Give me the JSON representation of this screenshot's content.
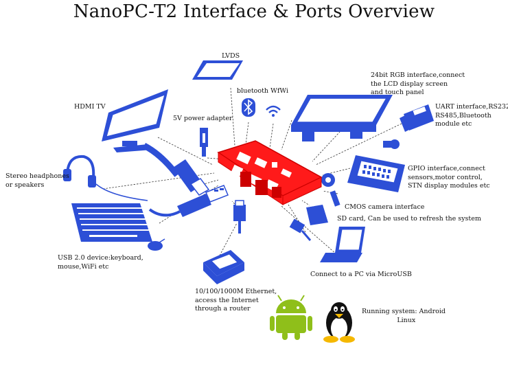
{
  "title": "NanoPC-T2 Interface & Ports Overview",
  "colors": {
    "peripheral": "#2d4fd6",
    "board": "#ff1a1a",
    "connector": "#333333",
    "android": "#8fbf1a",
    "text": "#111111"
  },
  "labels": {
    "lvds": "LVDS",
    "bluetooth_wifi": "bluetooth WfWi",
    "rgb": "24bit RGB interface,connect\nthe LCD display screen\nand touch panel",
    "hdmi": "HDMI TV",
    "power": "5V power adapter",
    "uart": "UART interface,RS232,\nRS485,Bluetooth\nmodule etc",
    "headphones": "Stereo headphones\nor speakers",
    "gpio": "GPIO interface,connect\nsensors,motor control,\nSTN display modules etc",
    "cmos": "CMOS camera interface",
    "sd": "SD card, Can be used to refresh the system",
    "usb": "USB 2.0 device:keyboard,\nmouse,WiFi etc",
    "pc": "Connect to a PC via MicroUSB",
    "ethernet": "10/100/1000M Ethernet,\naccess the Internet\nthrough a router",
    "os": "Running system: Android\n                 Linux"
  },
  "icons": [
    "lvds-panel-icon",
    "bluetooth-icon",
    "wifi-icon",
    "lcd-touch-panel-icon",
    "hdmi-tv-icon",
    "power-adapter-icon",
    "uart-serial-icon",
    "headphones-icon",
    "hdmi-cable-icon",
    "usb-cable-icon",
    "gpio-lcd-module-icon",
    "camera-module-icon",
    "sd-card-icon",
    "keyboard-icon",
    "mouse-icon",
    "ethernet-cable-icon",
    "router-icon",
    "micro-usb-cable-icon",
    "laptop-icon",
    "android-icon",
    "linux-tux-icon",
    "board-icon"
  ]
}
